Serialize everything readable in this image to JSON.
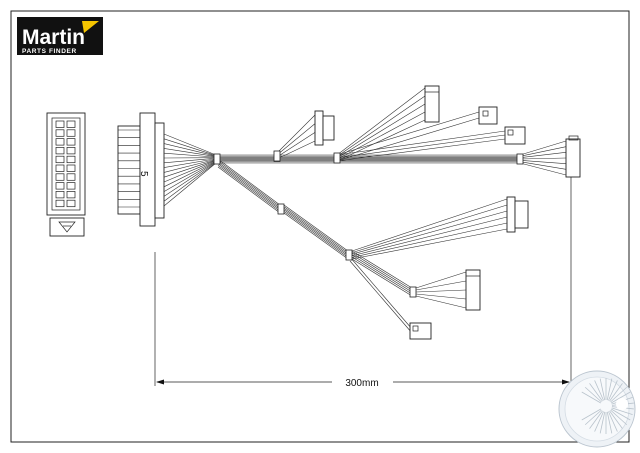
{
  "logo": {
    "brand": "Martin",
    "tagline": "PARTS FINDER",
    "accent_color": "#f5c400"
  },
  "drawing": {
    "connector_marking": "5",
    "dimension_label": "300mm"
  },
  "colors": {
    "line": "#222222",
    "background": "#ffffff"
  }
}
